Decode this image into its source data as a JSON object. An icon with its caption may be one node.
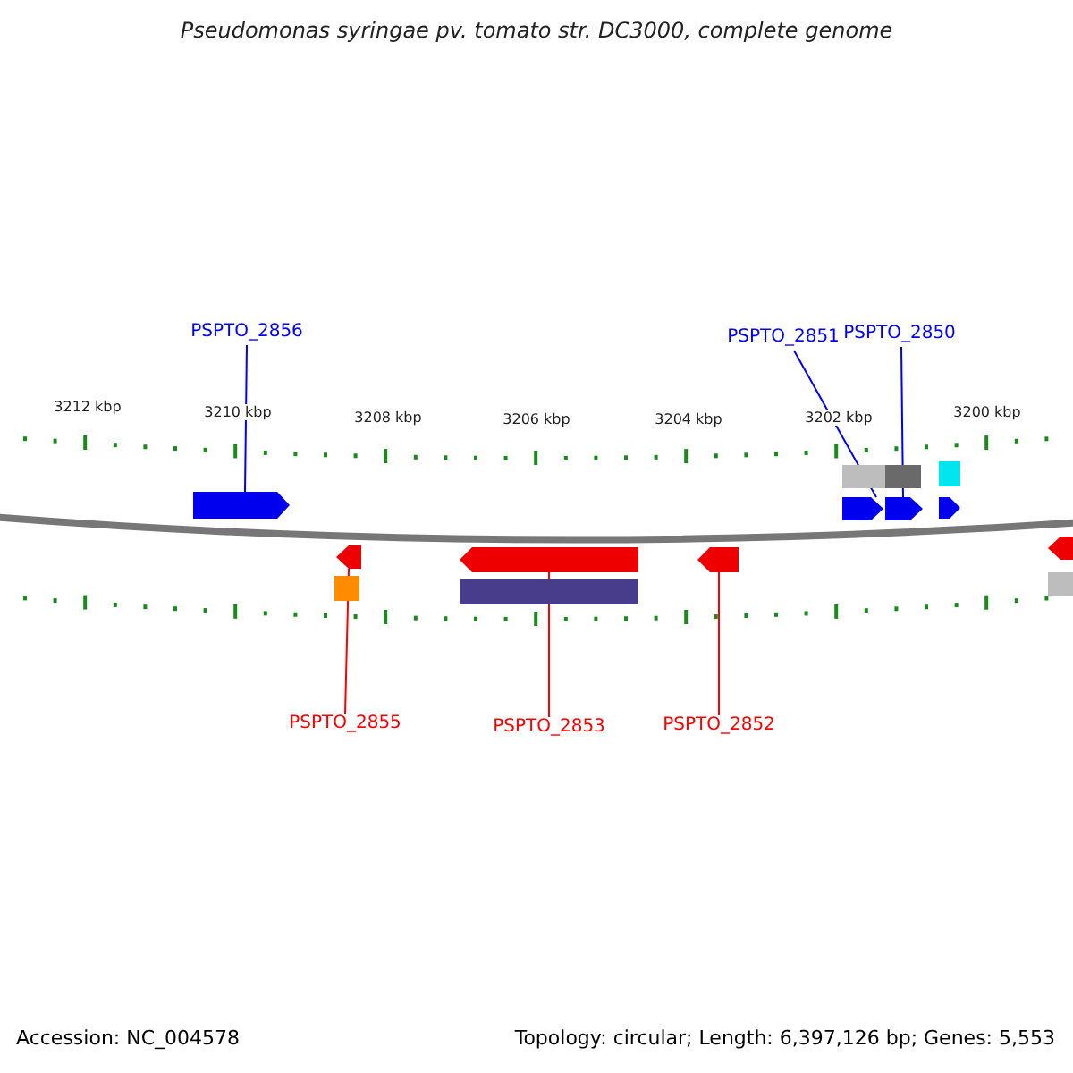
{
  "diagram": {
    "title": "Pseudomonas syringae pv. tomato str. DC3000, complete genome",
    "nodes": [
      {
        "text": [
          "PSPTO_2856"
        ]
      },
      {
        "text": [
          "PSPTO_2851"
        ]
      },
      {
        "text": [
          "PSPTO_2850"
        ]
      },
      {
        "text": [],
        "shape": "pentagon"
      },
      {
        "text": [],
        "shape": "pentagon"
      },
      {
        "text": [],
        "shape": "pentagon"
      },
      {
        "text": [],
        "shape": "pentagon"
      },
      {
        "text": [],
        "shape": "pentagon"
      },
      {
        "text": [],
        "shape": "pentagon"
      },
      {
        "text": [
          "PSPTO_2855"
        ]
      },
      {
        "text": [
          "PSPTO_2853"
        ]
      },
      {
        "text": [
          "PSPTO_2852"
        ]
      },
      {
        "text": [],
        "shape": "box"
      },
      {
        "text": [],
        "shape": "box"
      },
      {
        "text": [],
        "shape": "box"
      },
      {
        "text": [],
        "shape": "pentagon"
      },
      {
        "text": [],
        "shape": "box"
      },
      {
        "text": [],
        "shape": "box"
      },
      {
        "text": [],
        "shape": "pentagon"
      },
      {
        "text": [],
        "shape": "box"
      }
    ],
    "edges": [
      {
        "from": 0,
        "to": 3,
        "arrow": "none",
        "color": "#0000ff"
      },
      {
        "from": 1,
        "to": 4,
        "arrow": "none",
        "color": "#0000ff"
      },
      {
        "from": 2,
        "to": 5,
        "arrow": "none",
        "color": "#0000ff"
      },
      {
        "from": 9,
        "to": 6,
        "arrow": "none",
        "color": "#ff0000"
      },
      {
        "from": 10,
        "to": 7,
        "arrow": "none",
        "color": "#ff0000"
      },
      {
        "from": 11,
        "to": 8,
        "arrow": "none",
        "color": "#ff0000"
      }
    ],
    "labels": [
      "3212 kbp",
      "3210 kbp",
      "3208 kbp",
      "3206 kbp",
      "3204 kbp",
      "3202 kbp",
      "3200 kbp",
      "Accession: NC_004578",
      "Topology: circular; Length: 6,397,126 bp; Genes: 5,553"
    ]
  }
}
